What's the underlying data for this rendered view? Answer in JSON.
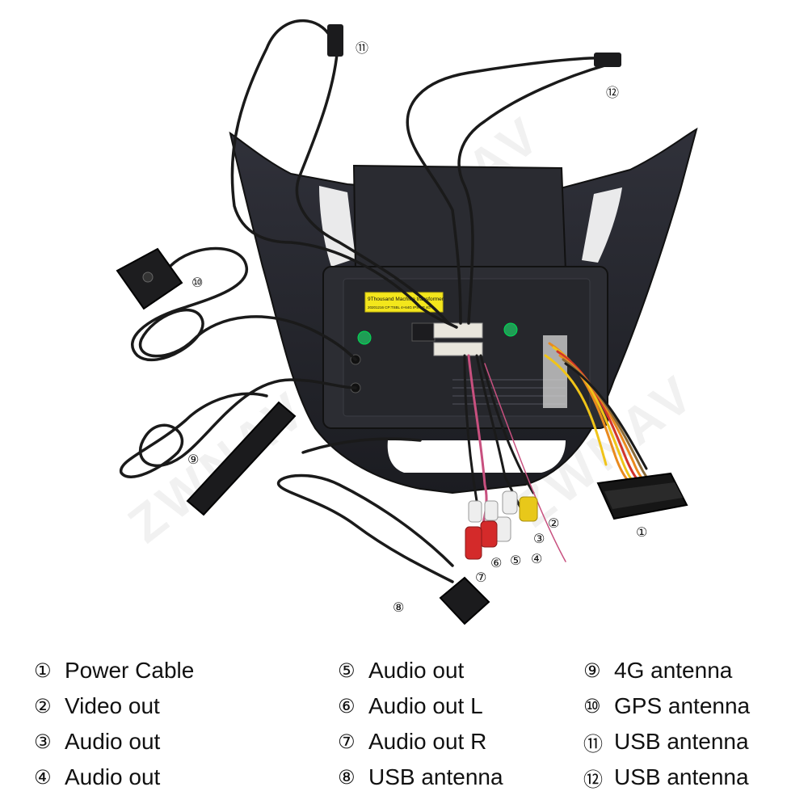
{
  "watermark": "ZWNAV",
  "unit_label_line1": "9Thousand Machine transformer",
  "unit_label_line2": "20201216 CP:TSBL 4+64G IPS CP 4G",
  "callouts": [
    {
      "num": "①"
    },
    {
      "num": "②"
    },
    {
      "num": "③"
    },
    {
      "num": "④"
    },
    {
      "num": "⑤"
    },
    {
      "num": "⑥"
    },
    {
      "num": "⑦"
    },
    {
      "num": "⑧"
    },
    {
      "num": "⑨"
    },
    {
      "num": "⑩"
    },
    {
      "num": "⑪"
    },
    {
      "num": "⑫"
    }
  ],
  "legend": [
    {
      "num": "①",
      "text": "Power Cable"
    },
    {
      "num": "②",
      "text": "Video out"
    },
    {
      "num": "③",
      "text": "Audio out"
    },
    {
      "num": "④",
      "text": "Audio out"
    },
    {
      "num": "⑤",
      "text": "Audio out"
    },
    {
      "num": "⑥",
      "text": "Audio out L"
    },
    {
      "num": "⑦",
      "text": "Audio out R"
    },
    {
      "num": "⑧",
      "text": "USB antenna"
    },
    {
      "num": "⑨",
      "text": "4G antenna"
    },
    {
      "num": "⑩",
      "text": "GPS antenna"
    },
    {
      "num": "⑪",
      "text": "USB antenna"
    },
    {
      "num": "⑫",
      "text": "USB antenna"
    }
  ],
  "colors": {
    "frame": "#23242a",
    "cable": "#1a1a1a",
    "sticker": "#f3e61c",
    "rca_red": "#d42a2a",
    "rca_white": "#eeeeee",
    "rca_yellow": "#e8c81a",
    "harness_orange": "#e98a1e"
  }
}
